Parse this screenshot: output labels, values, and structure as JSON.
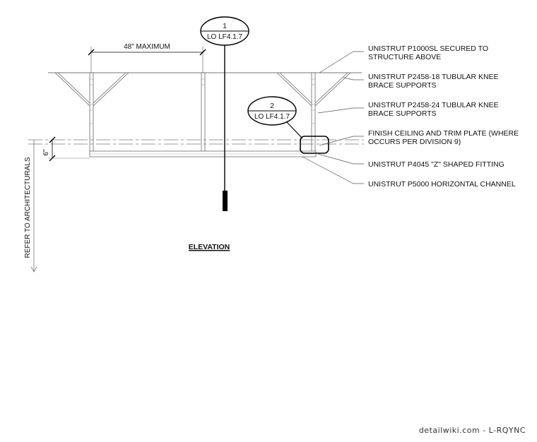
{
  "dimension": {
    "top_span": "48\" MAXIMUM",
    "drop": "6\""
  },
  "side_note": "REFER TO ARCHITECTURALS",
  "title": "ELEVATION",
  "callouts": [
    {
      "num": "1",
      "ref": "LO LF4.1.7"
    },
    {
      "num": "2",
      "ref": "LO LF4.1.7"
    }
  ],
  "notes": [
    {
      "line1": "UNISTRUT P1000SL SECURED TO",
      "line2": "STRUCTURE ABOVE"
    },
    {
      "line1": "UNISTRUT P2458-18 TUBULAR KNEE",
      "line2": "BRACE SUPPORTS"
    },
    {
      "line1": "UNISTRUT P2458-24 TUBULAR KNEE",
      "line2": "BRACE SUPPORTS"
    },
    {
      "line1": "FINISH CEILING AND TRIM PLATE (WHERE",
      "line2": "OCCURS PER DIVISION 9)"
    },
    {
      "line1": "UNISTRUT P4045 \"Z\" SHAPED FITTING",
      "line2": ""
    },
    {
      "line1": "UNISTRUT P5000 HORIZONTAL CHANNEL",
      "line2": ""
    }
  ],
  "watermark": "detailwiki.com - L-RQYNC"
}
